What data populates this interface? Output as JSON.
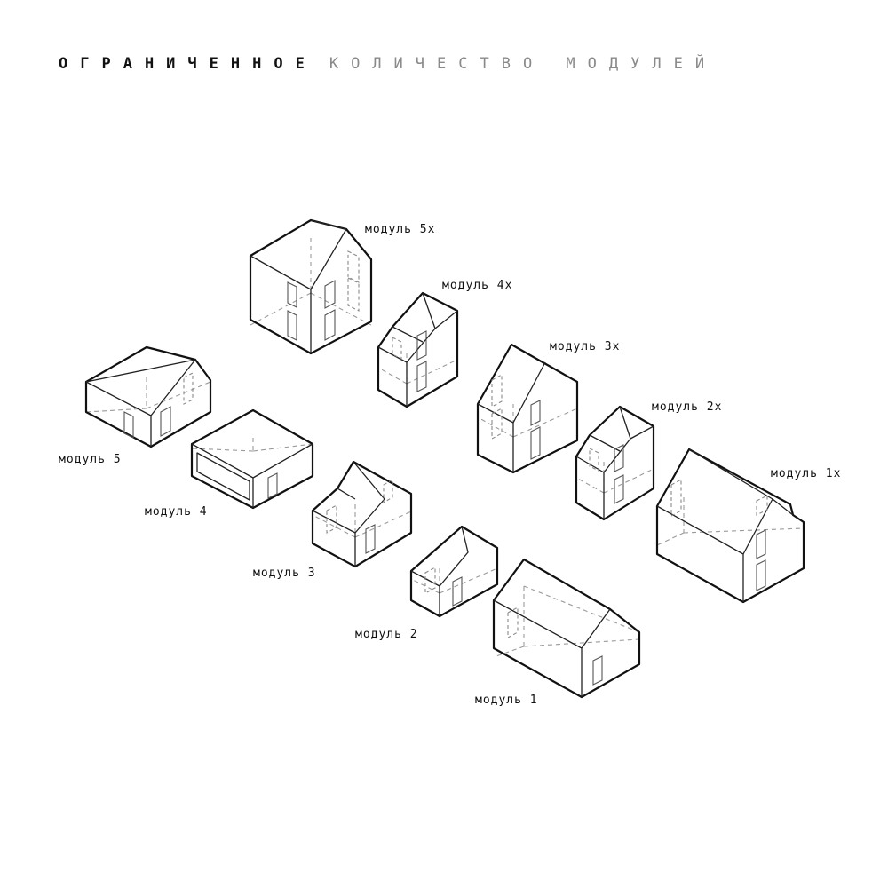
{
  "header": {
    "title_bold": "ОГРАНИЧЕННОЕ",
    "title_light": "КОЛИЧЕСТВО МОДУЛЕЙ"
  },
  "modules": {
    "m5x": "модуль 5x",
    "m4x": "модуль 4x",
    "m3x": "модуль 3x",
    "m2x": "модуль 2x",
    "m1x": "модуль 1x",
    "m5": "модуль 5",
    "m4": "модуль 4",
    "m3": "модуль 3",
    "m2": "модуль 2",
    "m1": "модуль 1"
  },
  "colors": {
    "line": "#111111",
    "hidden_line": "#9a9a9a",
    "title_light": "#8a8a8a"
  }
}
